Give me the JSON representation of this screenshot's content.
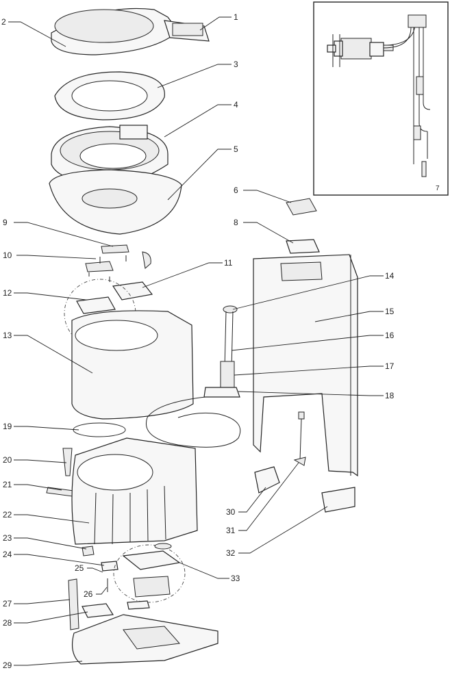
{
  "callouts": [
    {
      "id": "1",
      "text": "1"
    },
    {
      "id": "2",
      "text": "2"
    },
    {
      "id": "3",
      "text": "3"
    },
    {
      "id": "4",
      "text": "4"
    },
    {
      "id": "5",
      "text": "5"
    },
    {
      "id": "6",
      "text": "6"
    },
    {
      "id": "7",
      "text": "7"
    },
    {
      "id": "8",
      "text": "8"
    },
    {
      "id": "9",
      "text": "9"
    },
    {
      "id": "10",
      "text": "10"
    },
    {
      "id": "11",
      "text": "11"
    },
    {
      "id": "12",
      "text": "12"
    },
    {
      "id": "13",
      "text": "13"
    },
    {
      "id": "14",
      "text": "14"
    },
    {
      "id": "15",
      "text": "15"
    },
    {
      "id": "16",
      "text": "16"
    },
    {
      "id": "17",
      "text": "17"
    },
    {
      "id": "18",
      "text": "18"
    },
    {
      "id": "19",
      "text": "19"
    },
    {
      "id": "20",
      "text": "20"
    },
    {
      "id": "21",
      "text": "21"
    },
    {
      "id": "22",
      "text": "22"
    },
    {
      "id": "23",
      "text": "23"
    },
    {
      "id": "24",
      "text": "24"
    },
    {
      "id": "25",
      "text": "25"
    },
    {
      "id": "26",
      "text": "26"
    },
    {
      "id": "27",
      "text": "27"
    },
    {
      "id": "28",
      "text": "28"
    },
    {
      "id": "29",
      "text": "29"
    },
    {
      "id": "30",
      "text": "30"
    },
    {
      "id": "31",
      "text": "31"
    },
    {
      "id": "32",
      "text": "32"
    },
    {
      "id": "33",
      "text": "33"
    }
  ]
}
